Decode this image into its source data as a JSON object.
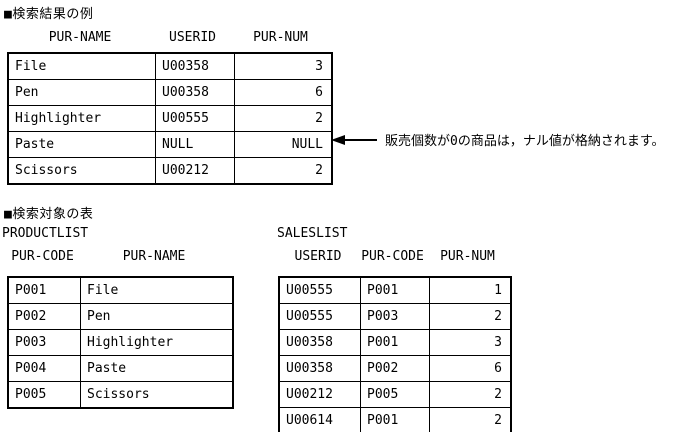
{
  "sections": {
    "results": {
      "title": "■検索結果の例"
    },
    "targets": {
      "title": "■検索対象の表"
    }
  },
  "annotation": {
    "text": "販売個数が0の商品は，ナル値が格納されます。"
  },
  "result_table": {
    "columns": [
      "PUR-NAME",
      "USERID",
      "PUR-NUM"
    ],
    "rows": [
      [
        "File",
        "U00358",
        "3"
      ],
      [
        "Pen",
        "U00358",
        "6"
      ],
      [
        "Highlighter",
        "U00555",
        "2"
      ],
      [
        "Paste",
        "NULL",
        "NULL"
      ],
      [
        "Scissors",
        "U00212",
        "2"
      ]
    ]
  },
  "product_table": {
    "label": "PRODUCTLIST",
    "columns": [
      "PUR-CODE",
      "PUR-NAME"
    ],
    "rows": [
      [
        "P001",
        "File"
      ],
      [
        "P002",
        "Pen"
      ],
      [
        "P003",
        "Highlighter"
      ],
      [
        "P004",
        "Paste"
      ],
      [
        "P005",
        "Scissors"
      ]
    ]
  },
  "sales_table": {
    "label": "SALESLIST",
    "columns": [
      "USERID",
      "PUR-CODE",
      "PUR-NUM"
    ],
    "rows": [
      [
        "U00555",
        "P001",
        "1"
      ],
      [
        "U00555",
        "P003",
        "2"
      ],
      [
        "U00358",
        "P001",
        "3"
      ],
      [
        "U00358",
        "P002",
        "6"
      ],
      [
        "U00212",
        "P005",
        "2"
      ],
      [
        "U00614",
        "P001",
        "2"
      ]
    ]
  },
  "colors": {
    "text": "#000000",
    "background": "#ffffff",
    "border": "#000000"
  }
}
